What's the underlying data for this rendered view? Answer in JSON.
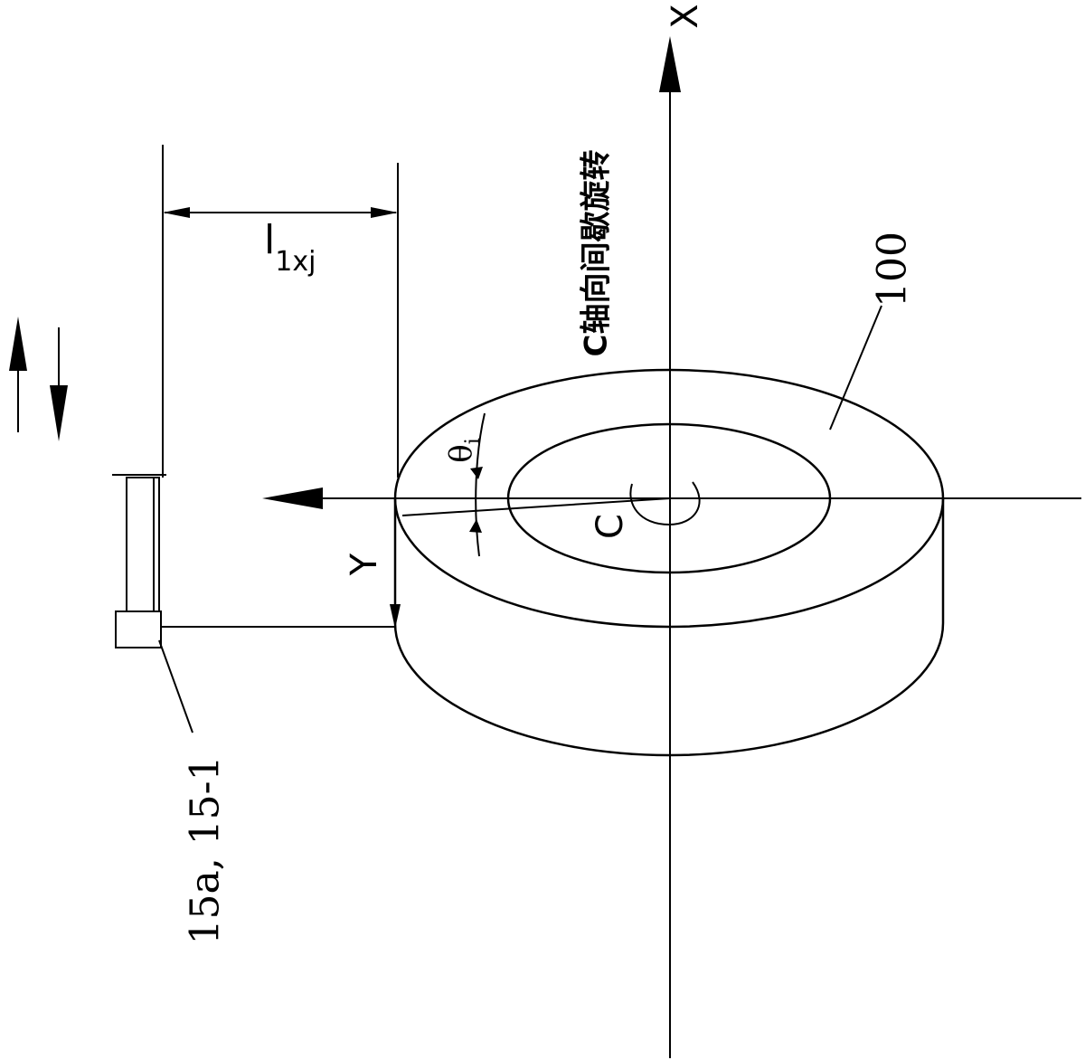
{
  "axes": {
    "x_label": "X",
    "y_label": "Y"
  },
  "labels": {
    "rotation_note": "C轴向间歇旋转",
    "part_number": "100",
    "c_axis": "C",
    "angle_symbol": "θ",
    "angle_subscript": "i",
    "distance_symbol": "l",
    "distance_subscript": "1xj",
    "sensor_ref": "15a, 15-1"
  },
  "colors": {
    "line": "#000000",
    "background": "#ffffff"
  }
}
